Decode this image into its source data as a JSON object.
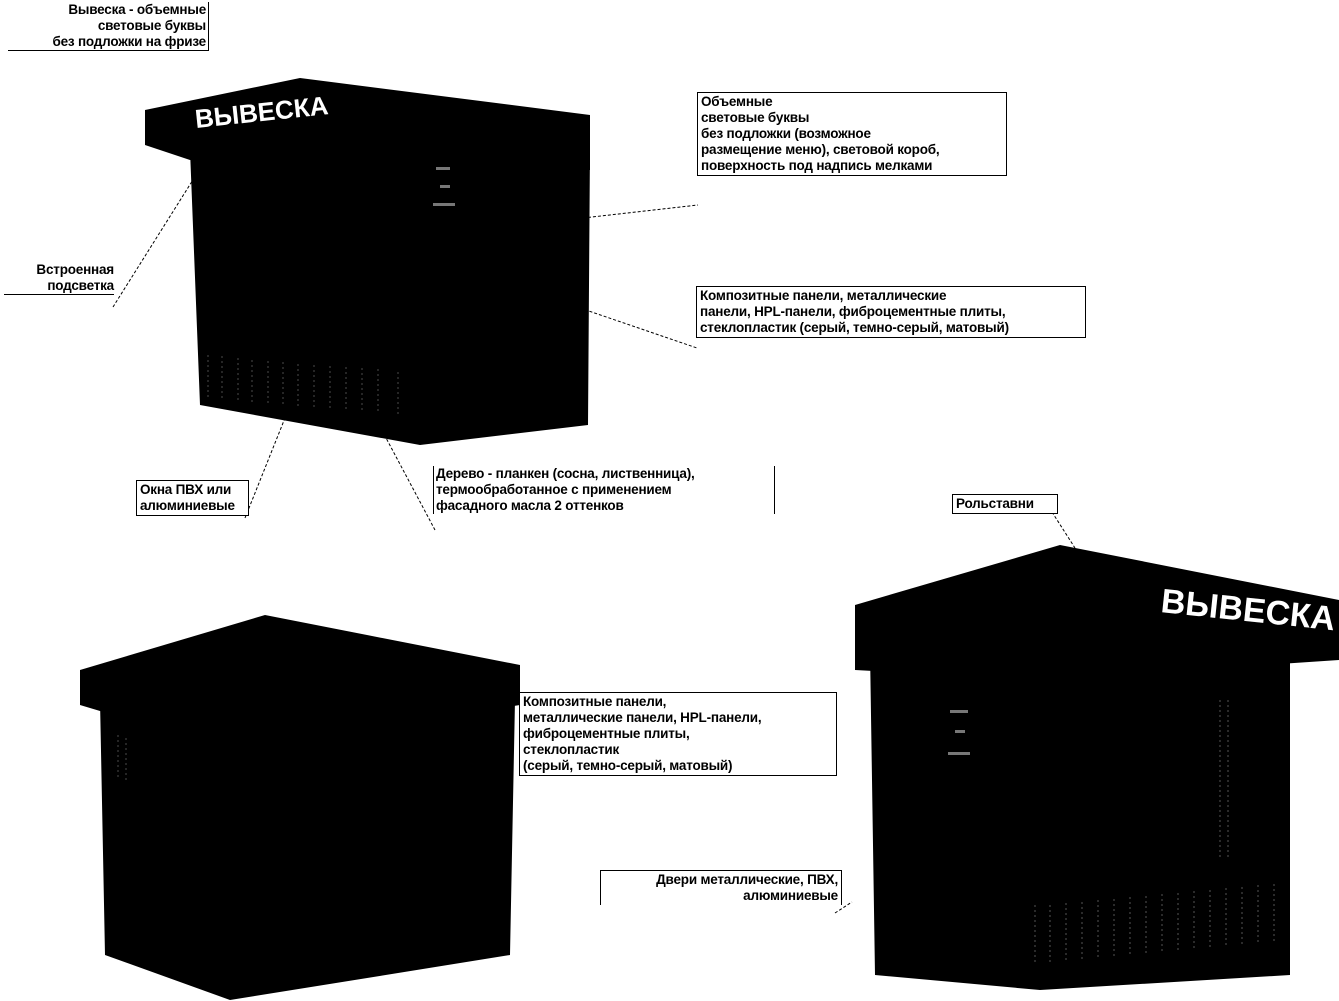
{
  "labels": {
    "signage_top": [
      "Вывеска - объемные",
      "световые буквы",
      "без подложки на фризе"
    ],
    "letters": [
      "Объемные",
      "световые буквы",
      "без подложки (возможное",
      "размещение меню), световой короб,",
      "поверхность под надпись мелками"
    ],
    "backlight": [
      "Встроенная",
      "подсветка"
    ],
    "panels_top": [
      "Композитные панели, металлические",
      "панели, HPL-панели, фиброцементные плиты,",
      "стеклопластик (серый, темно-серый, матовый)"
    ],
    "windows": [
      "Окна ПВХ или",
      "алюминиевые"
    ],
    "wood": [
      "Дерево - планкен (сосна, лиственница),",
      "термообработанное с применением",
      "фасадного масла 2 оттенков"
    ],
    "shutters": "Рольставни",
    "panels_bottom": [
      "Композитные панели,",
      "металлические панели, HPL-панели,",
      "фиброцементные плиты,",
      "стеклопластик",
      "(серый, темно-серый, матовый)"
    ],
    "doors": [
      "Двери металлические, ПВХ,",
      "алюминиевые"
    ]
  },
  "signs": {
    "top_kiosk": "ВЫВЕСКА",
    "right_kiosk": "ВЫВЕСКА"
  },
  "colors": {
    "kiosk": "#000000",
    "background": "#ffffff",
    "text": "#000000"
  }
}
